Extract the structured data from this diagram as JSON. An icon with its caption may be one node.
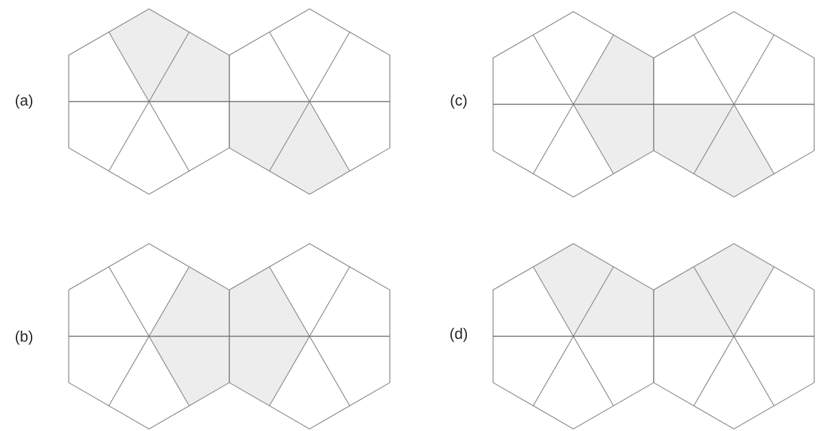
{
  "diagram": {
    "labels": [
      "(a)",
      "(c)",
      "(b)",
      "(d)"
    ]
  }
}
